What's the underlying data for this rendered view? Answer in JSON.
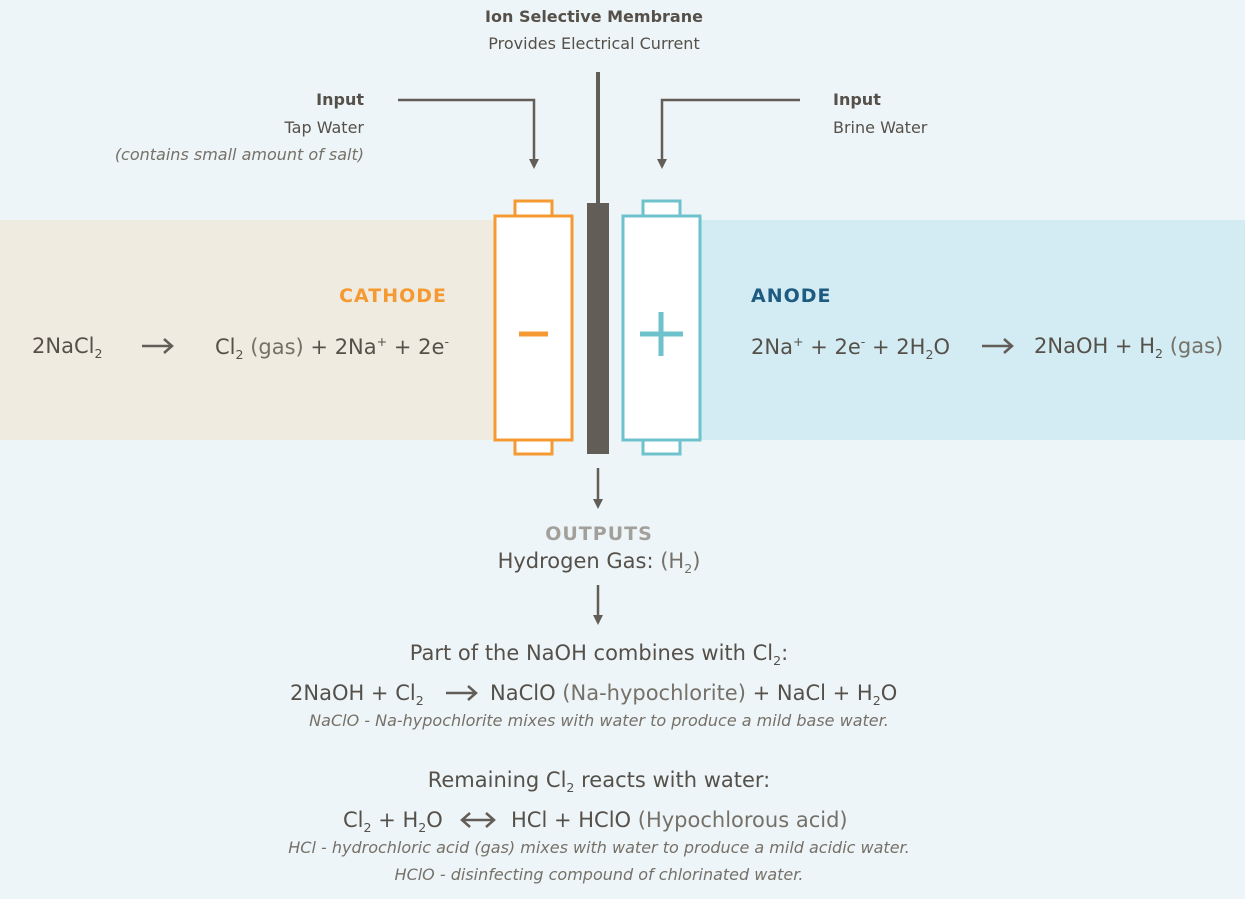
{
  "membrane": {
    "title": "Ion Selective Membrane",
    "subtitle": "Provides Electrical Current"
  },
  "input_left": {
    "title": "Input",
    "line1": "Tap Water",
    "line2": "(contains small amount of salt)"
  },
  "input_right": {
    "title": "Input",
    "line1": "Brine Water"
  },
  "cathode": {
    "label": "CATHODE",
    "reactant": "2NaCl",
    "reactant_sub": "2",
    "product_cl": "Cl",
    "product_cl_sub": "2",
    "product_gas": "(gas)",
    "product_rest": "+ 2Na",
    "na_sup": "+",
    "product_e": "+ 2e",
    "e_sup": "-"
  },
  "anode": {
    "label": "ANODE",
    "r1": "2Na",
    "r1_sup": "+",
    "r2": "+ 2e",
    "r2_sup": "-",
    "r3": "+ 2H",
    "r3_sub": "2",
    "r3_end": "O",
    "p1": "2NaOH + H",
    "p1_sub": "2",
    "p_gas": "(gas)"
  },
  "outputs": {
    "label": "OUTPUTS",
    "gas_label": "Hydrogen Gas:",
    "gas_formula_open": "(H",
    "gas_formula_sub": "2",
    "gas_formula_close": ")"
  },
  "naoh": {
    "title": "Part of the NaOH combines with Cl",
    "title_sub": "2",
    "title_end": ":",
    "left": "2NaOH + Cl",
    "left_sub": "2",
    "right1": "NaClO",
    "right_paren": "(Na-hypochlorite)",
    "right2": "+ NaCl + H",
    "right2_sub": "2",
    "right2_end": "O",
    "note": "NaClO - Na-hypochlorite mixes with water to produce a mild base water."
  },
  "remaining": {
    "title": "Remaining Cl",
    "title_sub": "2",
    "title_end": " reacts with water:",
    "left1": "Cl",
    "left1_sub": "2",
    "left2": " + H",
    "left2_sub": "2",
    "left2_end": "O",
    "right": "HCl + HClO",
    "right_paren": "(Hypochlorous acid)",
    "note1": "HCl - hydrochloric acid (gas) mixes with water to produce a mild acidic water.",
    "note2": "HClO - disinfecting compound of chlorinated water."
  },
  "colors": {
    "cathode": "#f59a32",
    "anode": "#6ec2cc",
    "membrane": "#635d58",
    "arrow": "#635d58"
  }
}
